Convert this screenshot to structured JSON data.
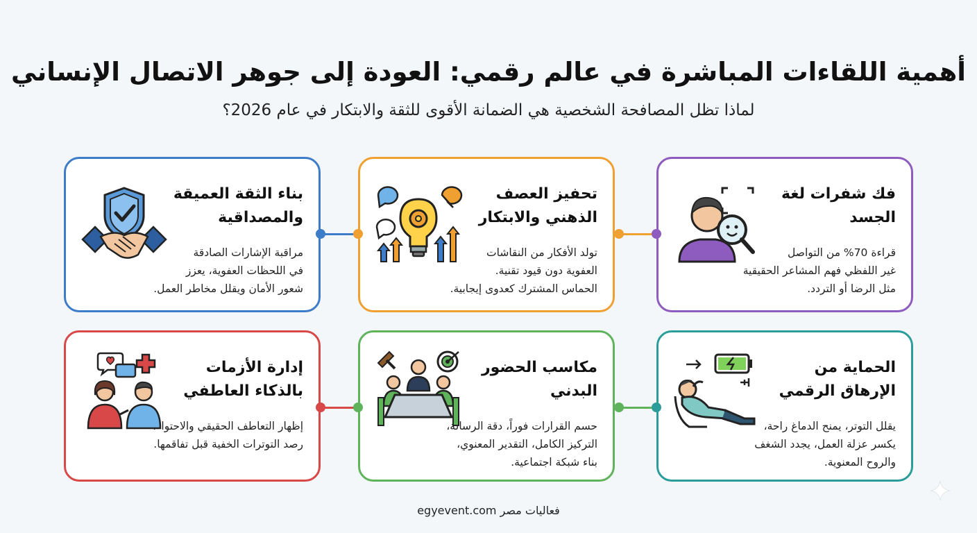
{
  "header": {
    "title": "أهمية اللقاءات المباشرة في عالم رقمي: العودة إلى جوهر الاتصال الإنساني",
    "subtitle": "لماذا تظل المصافحة الشخصية هي الضمانة الأقوى للثقة والابتكار في عام 2026؟"
  },
  "cards": [
    {
      "title_line1": "فك شفرات لغة",
      "title_line2": "الجسد",
      "body_line1": "قراءة 70% من التواصل",
      "body_line2": "غير اللفظي فهم المشاعر الحقيقية",
      "body_line3": "مثل الرضا أو التردد.",
      "color": "#8e5bbf",
      "icon": "face-magnifier-icon"
    },
    {
      "title_line1": "تحفيز العصف",
      "title_line2": "الذهني والابتكار",
      "body_line1": "تولد الأفكار من النقاشات",
      "body_line2": "العفوية دون قيود تقنية.",
      "body_line3": "الحماس المشترك كعدوى إيجابية.",
      "color": "#f0a030",
      "icon": "lightbulb-gear-icon"
    },
    {
      "title_line1": "بناء الثقة العميقة",
      "title_line2": "والمصداقية",
      "body_line1": "مراقبة الإشارات الصادقة",
      "body_line2": "في اللحظات العفوية، يعزز",
      "body_line3": "شعور الأمان ويقلل مخاطر العمل.",
      "color": "#3d7cc9",
      "icon": "handshake-shield-icon"
    },
    {
      "title_line1": "الحماية من",
      "title_line2": "الإرهاق الرقمي",
      "body_line1": "يقلل التوتر، يمنح الدماغ راحة،",
      "body_line2": "يكسر عزلة العمل، يجدد الشغف",
      "body_line3": "والروح المعنوية.",
      "color": "#2a9d9b",
      "icon": "relaxing-person-battery-icon"
    },
    {
      "title_line1": "مكاسب الحضور",
      "title_line2": "البدني",
      "body_line1": "حسم القرارات فوراً، دقة الرسالة،",
      "body_line2": "التركيز الكامل، التقدير المعنوي،",
      "body_line3": "بناء شبكة اجتماعية.",
      "color": "#5fb35a",
      "icon": "meeting-table-icon"
    },
    {
      "title_line1": "إدارة الأزمات",
      "title_line2": "بالذكاء العاطفي",
      "body_line1": "إظهار التعاطف الحقيقي والاحتواء.",
      "body_line2": "رصد التوترات الخفية قبل تفاقمها.",
      "body_line3": "",
      "color": "#d94848",
      "icon": "people-talking-icon"
    }
  ],
  "footer": {
    "text": "فعاليات مصر egyevent.com"
  }
}
